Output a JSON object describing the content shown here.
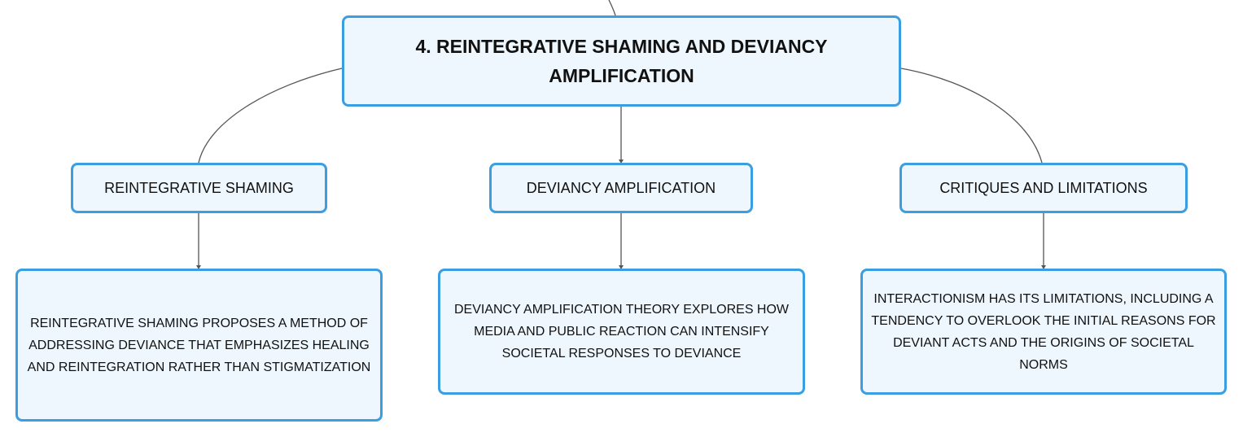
{
  "root": {
    "label": "4. REINTEGRATIVE SHAMING AND DEVIANCY AMPLIFICATION"
  },
  "branches": [
    {
      "label": "REINTEGRATIVE SHAMING",
      "detail": "REINTEGRATIVE SHAMING PROPOSES A METHOD OF ADDRESSING DEVIANCE THAT EMPHASIZES HEALING AND REINTEGRATION RATHER THAN STIGMATIZATION"
    },
    {
      "label": "DEVIANCY AMPLIFICATION",
      "detail": "DEVIANCY AMPLIFICATION THEORY EXPLORES HOW MEDIA AND PUBLIC REACTION CAN INTENSIFY SOCIETAL RESPONSES TO DEVIANCE"
    },
    {
      "label": "CRITIQUES AND LIMITATIONS",
      "detail": "INTERACTIONISM HAS ITS LIMITATIONS, INCLUDING A TENDENCY TO OVERLOOK THE INITIAL REASONS FOR DEVIANT ACTS AND THE ORIGINS OF SOCIETAL NORMS"
    }
  ],
  "colors": {
    "node_border": "#3b9ee0",
    "node_fill": "#eef7fe",
    "connector": "#555555"
  }
}
